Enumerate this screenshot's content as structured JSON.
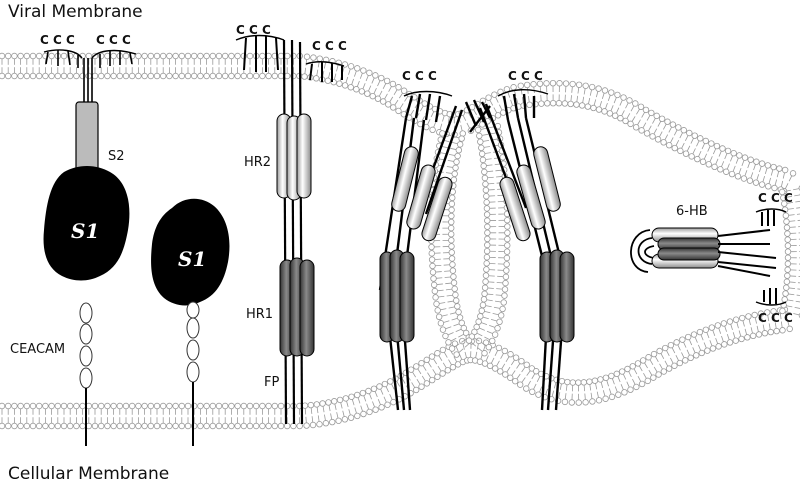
{
  "labels": {
    "viral_membrane": "Viral Membrane",
    "cellular_membrane": "Cellular Membrane",
    "s2": "S2",
    "s1": "S1",
    "ceacam": "CEACAM",
    "hr2": "HR2",
    "hr1": "HR1",
    "fp": "FP",
    "six_hb": "6-HB",
    "ccc": "C C C"
  },
  "colors": {
    "s1_fill": "#000000",
    "stalk_fill": "#bbbbbb",
    "hr1_fill": "#555555",
    "lipid_head": "#ffffff",
    "lipid_line": "#9a9a9a"
  }
}
